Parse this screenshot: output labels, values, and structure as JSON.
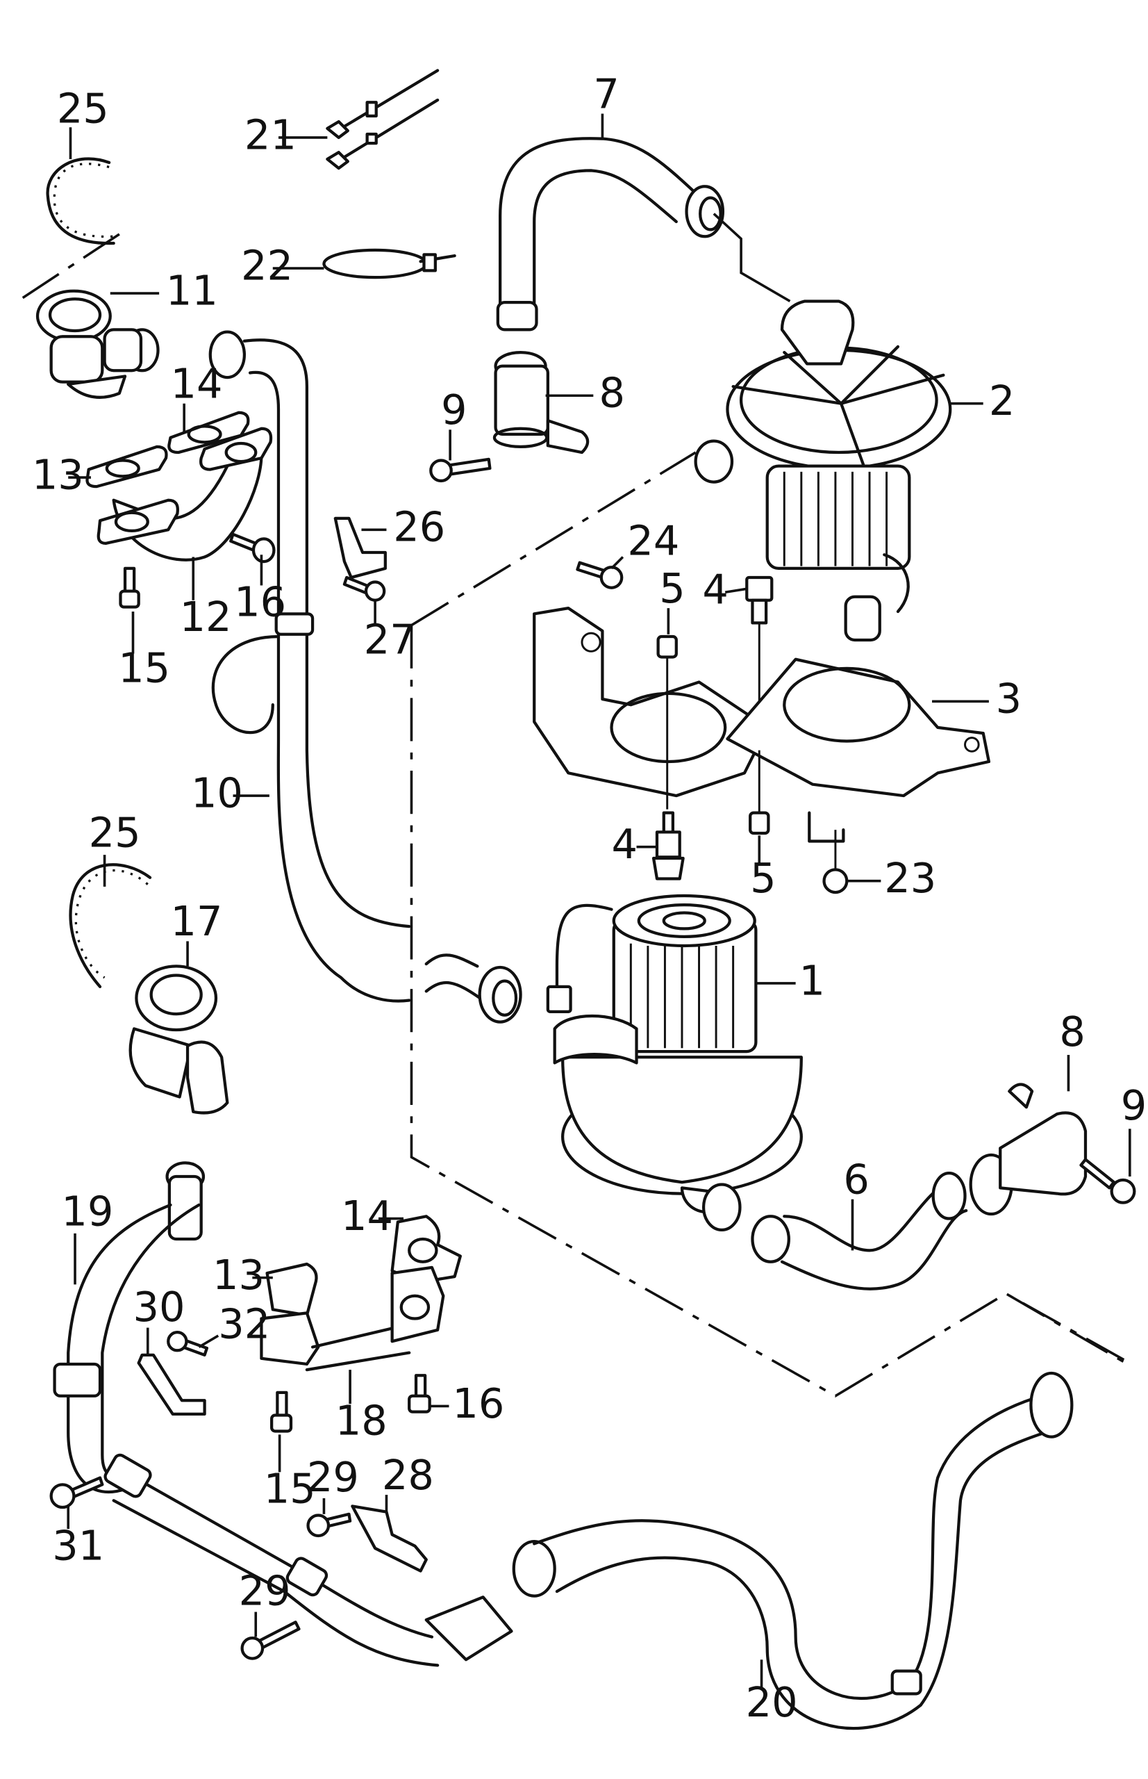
{
  "diagram": {
    "type": "exploded-parts-diagram",
    "subject": "secondary air injection system",
    "line_color": "#111111",
    "background": "#ffffff",
    "callouts": [
      {
        "id": "c1",
        "label": "1",
        "part": "secondary-air-pump"
      },
      {
        "id": "c2",
        "label": "2",
        "part": "secondary-air-pump-upper"
      },
      {
        "id": "c3",
        "label": "3",
        "part": "pump-bracket"
      },
      {
        "id": "c4a",
        "label": "4",
        "part": "damper-upper"
      },
      {
        "id": "c4b",
        "label": "4",
        "part": "damper-lower"
      },
      {
        "id": "c5a",
        "label": "5",
        "part": "nut-upper"
      },
      {
        "id": "c5b",
        "label": "5",
        "part": "nut-lower"
      },
      {
        "id": "c6",
        "label": "6",
        "part": "intake-hose"
      },
      {
        "id": "c7",
        "label": "7",
        "part": "upper-intake-hose"
      },
      {
        "id": "c8a",
        "label": "8",
        "part": "connector-upper"
      },
      {
        "id": "c8b",
        "label": "8",
        "part": "connector-right"
      },
      {
        "id": "c9a",
        "label": "9",
        "part": "bolt-upper"
      },
      {
        "id": "c9b",
        "label": "9",
        "part": "bolt-right"
      },
      {
        "id": "c10",
        "label": "10",
        "part": "pressure-hose"
      },
      {
        "id": "c11",
        "label": "11",
        "part": "combination-valve-upper"
      },
      {
        "id": "c12",
        "label": "12",
        "part": "connecting-pipe-upper"
      },
      {
        "id": "c13a",
        "label": "13",
        "part": "gasket-upper"
      },
      {
        "id": "c13b",
        "label": "13",
        "part": "gasket-lower"
      },
      {
        "id": "c14a",
        "label": "14",
        "part": "gasket-upper-2"
      },
      {
        "id": "c14b",
        "label": "14",
        "part": "gasket-lower-2"
      },
      {
        "id": "c15a",
        "label": "15",
        "part": "bolt-15-upper"
      },
      {
        "id": "c15b",
        "label": "15",
        "part": "bolt-15-lower"
      },
      {
        "id": "c16a",
        "label": "16",
        "part": "bolt-16-upper"
      },
      {
        "id": "c16b",
        "label": "16",
        "part": "bolt-16-lower"
      },
      {
        "id": "c17",
        "label": "17",
        "part": "combination-valve-lower"
      },
      {
        "id": "c18",
        "label": "18",
        "part": "connecting-pipe-lower"
      },
      {
        "id": "c19",
        "label": "19",
        "part": "pressure-hose-lower"
      },
      {
        "id": "c20",
        "label": "20",
        "part": "long-pressure-hose"
      },
      {
        "id": "c21",
        "label": "21",
        "part": "hose-clips"
      },
      {
        "id": "c22",
        "label": "22",
        "part": "cable-tie"
      },
      {
        "id": "c23",
        "label": "23",
        "part": "nut-23"
      },
      {
        "id": "c24",
        "label": "24",
        "part": "bolt-24"
      },
      {
        "id": "c25a",
        "label": "25",
        "part": "vacuum-hose-upper"
      },
      {
        "id": "c25b",
        "label": "25",
        "part": "vacuum-hose-lower"
      },
      {
        "id": "c26",
        "label": "26",
        "part": "bracket-26"
      },
      {
        "id": "c27",
        "label": "27",
        "part": "bolt-27"
      },
      {
        "id": "c28",
        "label": "28",
        "part": "bracket-28"
      },
      {
        "id": "c29a",
        "label": "29",
        "part": "bolt-29-upper"
      },
      {
        "id": "c29b",
        "label": "29",
        "part": "bolt-29-lower"
      },
      {
        "id": "c30",
        "label": "30",
        "part": "bracket-30"
      },
      {
        "id": "c31",
        "label": "31",
        "part": "bolt-31"
      },
      {
        "id": "c32",
        "label": "32",
        "part": "bolt-32"
      }
    ]
  }
}
